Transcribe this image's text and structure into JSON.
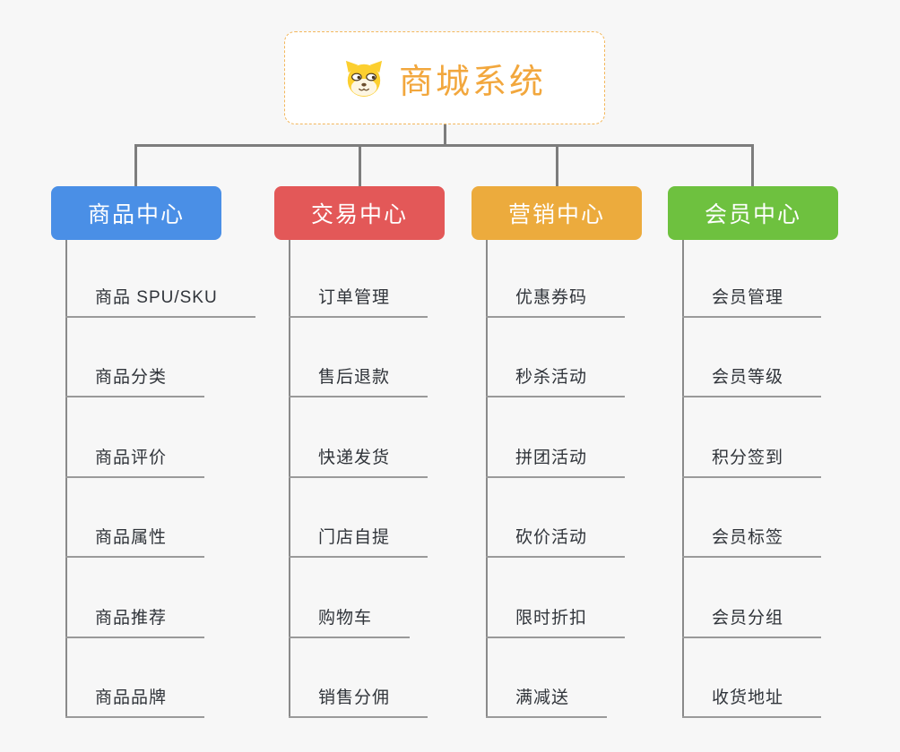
{
  "root": {
    "title": "商城系统",
    "icon": "dog-face-icon"
  },
  "branches": [
    {
      "label": "商品中心",
      "color": "#4a8fe6",
      "children": [
        "商品 SPU/SKU",
        "商品分类",
        "商品评价",
        "商品属性",
        "商品推荐",
        "商品品牌"
      ]
    },
    {
      "label": "交易中心",
      "color": "#e35858",
      "children": [
        "订单管理",
        "售后退款",
        "快递发货",
        "门店自提",
        "购物车",
        "销售分佣"
      ]
    },
    {
      "label": "营销中心",
      "color": "#ecab3d",
      "children": [
        "优惠券码",
        "秒杀活动",
        "拼团活动",
        "砍价活动",
        "限时折扣",
        "满减送"
      ]
    },
    {
      "label": "会员中心",
      "color": "#6ec13f",
      "children": [
        "会员管理",
        "会员等级",
        "积分签到",
        "会员标签",
        "会员分组",
        "收货地址"
      ]
    }
  ],
  "colors": {
    "background": "#f7f7f7",
    "root_accent": "#f2a73d",
    "root_border": "#f3b75c",
    "connector": "#7d7d7d",
    "branch_line": "#8a8a8a",
    "leaf_line": "#9a9a9a",
    "leaf_text": "#30343a"
  }
}
